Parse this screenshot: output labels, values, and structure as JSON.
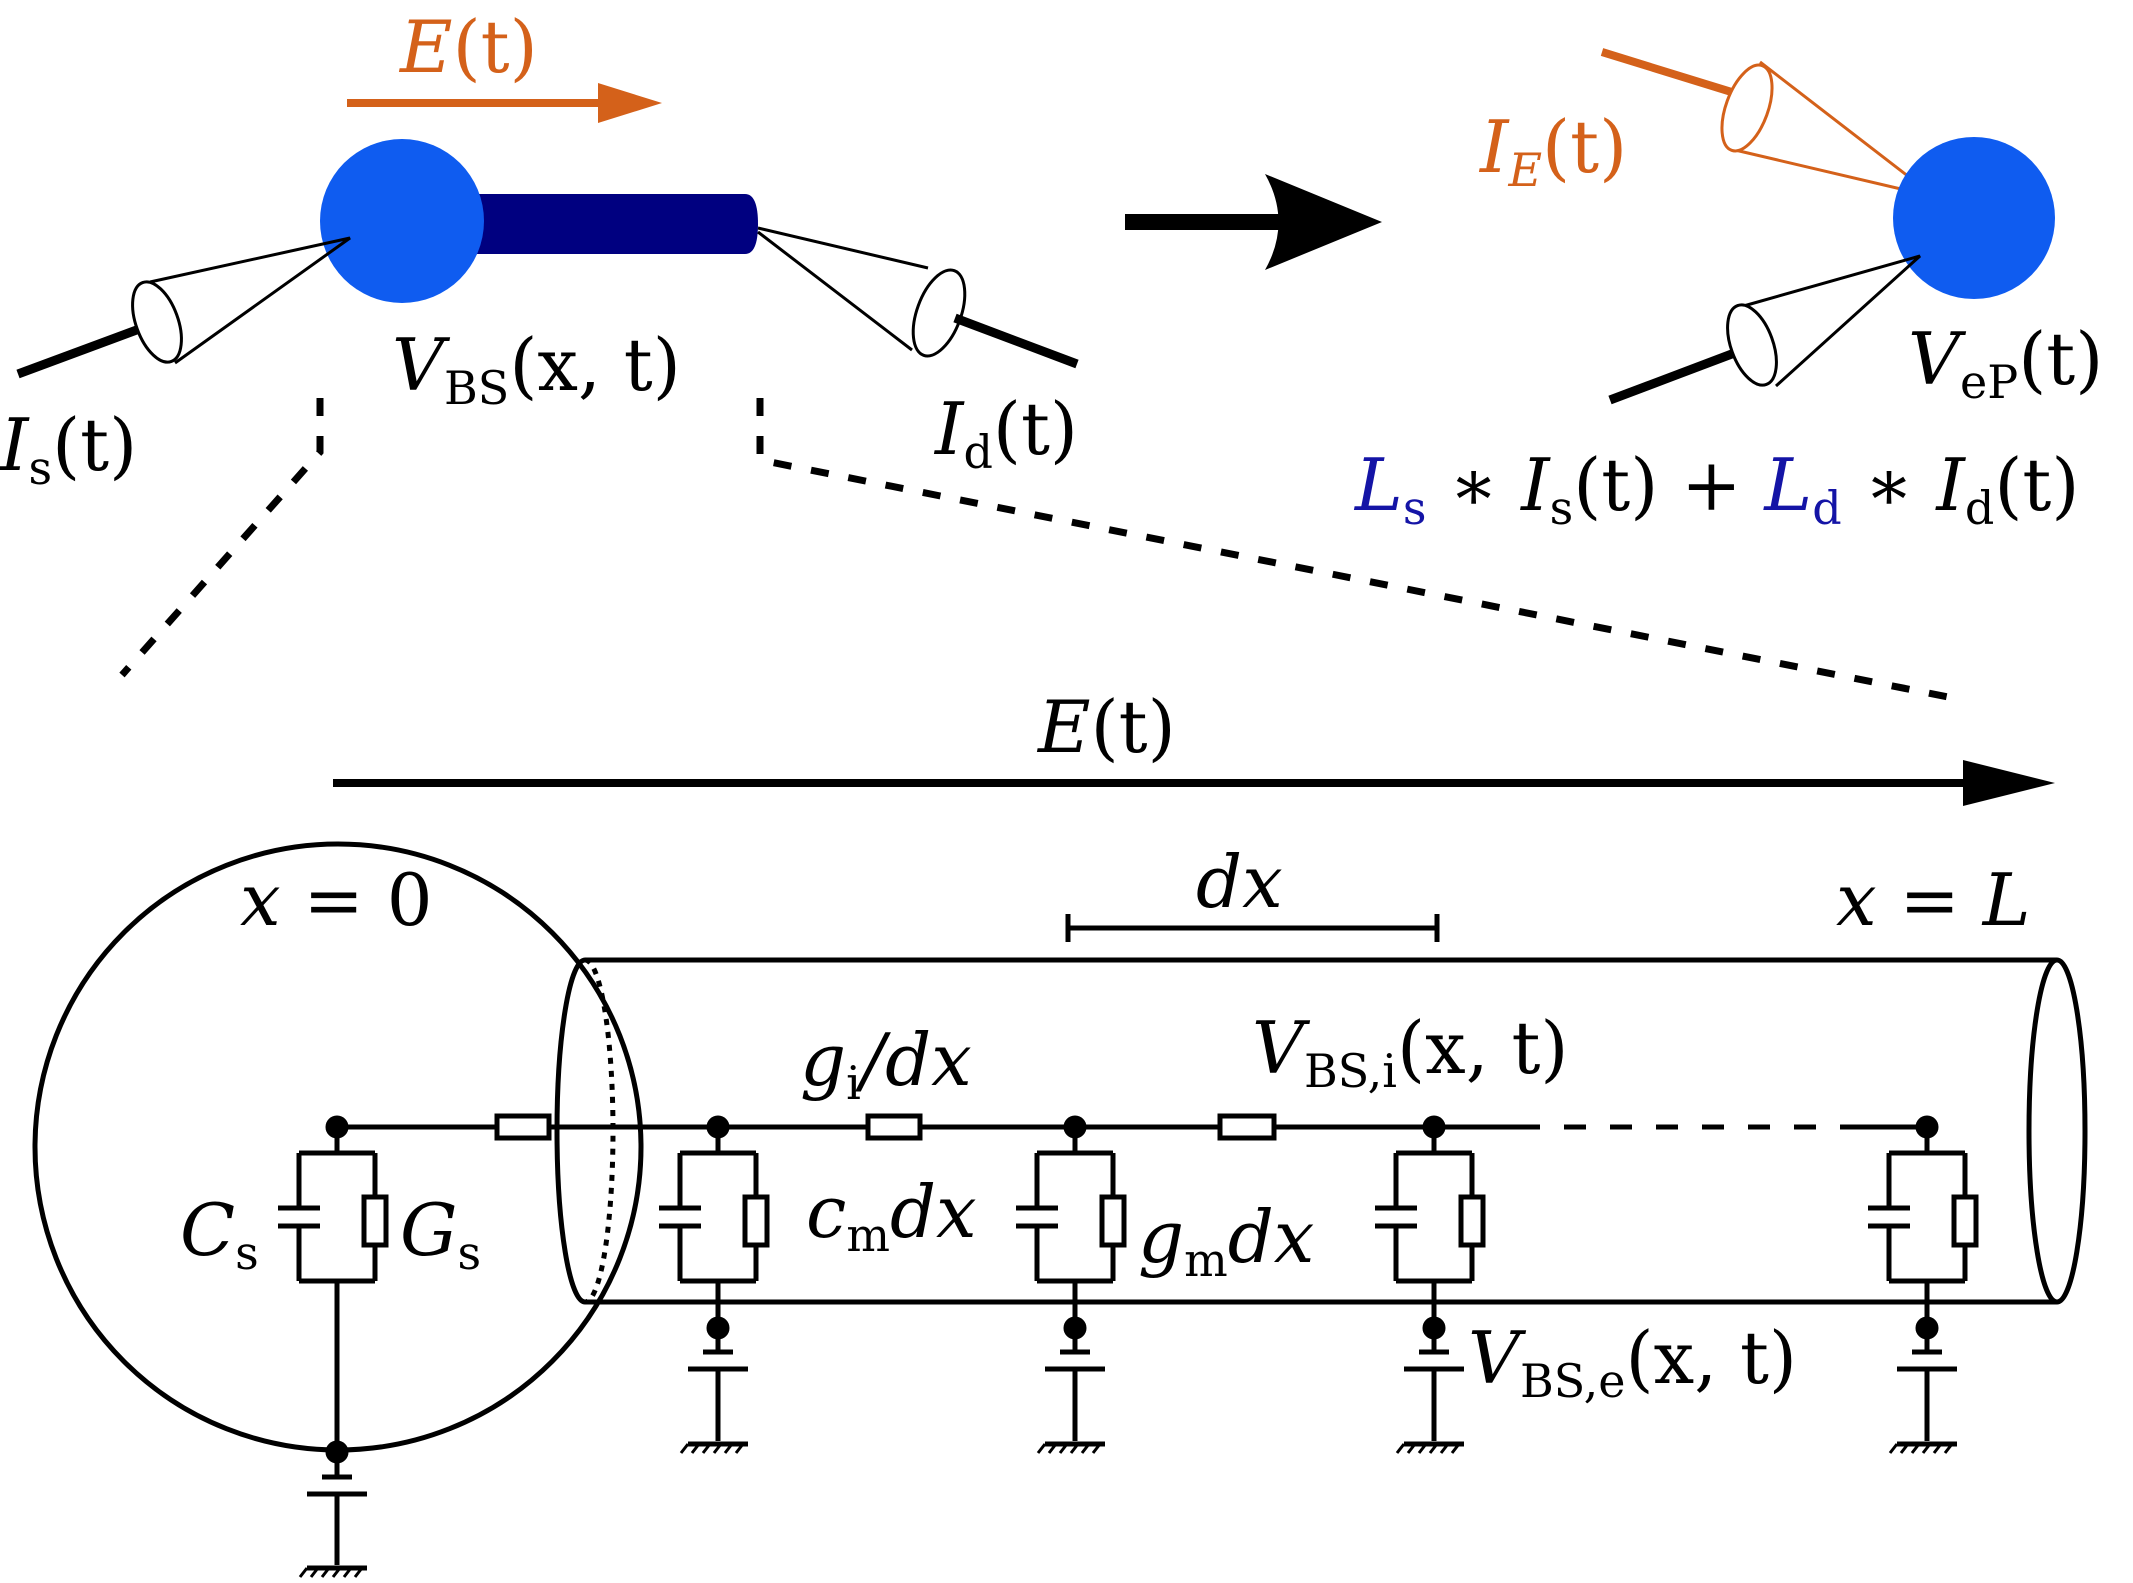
{
  "colors": {
    "soma_fill": "#0f5cf0",
    "axon_fill": "#000080",
    "field": "#d4611a",
    "coef": "#1414a6",
    "ink": "#000000"
  },
  "top_left": {
    "field_label": {
      "base": "E",
      "rest": "(t)"
    },
    "soma_voltage": {
      "base": "V",
      "sub": "BS",
      "rest": "(x, t)"
    },
    "soma_current": {
      "base": "I",
      "sub": "s",
      "rest": "(t)"
    },
    "dendrite_current": {
      "base": "I",
      "sub": "d",
      "rest": "(t)"
    }
  },
  "top_right": {
    "field_current": {
      "base": "I",
      "sub": "E",
      "rest": "(t)"
    },
    "point_voltage": {
      "base": "V",
      "sub": "eP",
      "rest": "(t)"
    },
    "equation": {
      "l1": "L",
      "l1_sub": "s",
      "op1": " ∗ ",
      "i1": "I",
      "i1_sub": "s",
      "r1": "(t) + ",
      "l2": "L",
      "l2_sub": "d",
      "op2": " ∗ ",
      "i2": "I",
      "i2_sub": "d",
      "r2": "(t)"
    }
  },
  "bottom": {
    "field_label": {
      "base": "E",
      "rest": "(t)"
    },
    "x_start": {
      "lhs": "x",
      "rhs": " = 0"
    },
    "x_end": {
      "lhs": "x",
      "eq": " = ",
      "rhs": "L"
    },
    "segment_label": "dx",
    "axial_conductance": {
      "base": "g",
      "sub": "i",
      "rest": "/dx"
    },
    "membrane_capacitance": {
      "base": "c",
      "sub": "m",
      "rest": "dx"
    },
    "membrane_conductance": {
      "base": "g",
      "sub": "m",
      "rest": "dx"
    },
    "soma_capacitance": {
      "base": "C",
      "sub": "s"
    },
    "soma_conductance": {
      "base": "G",
      "sub": "s"
    },
    "internal_voltage": {
      "base": "V",
      "sub": "BS,i",
      "rest": "(x, t)"
    },
    "external_voltage": {
      "base": "V",
      "sub": "BS,e",
      "rest": "(x, t)"
    }
  }
}
